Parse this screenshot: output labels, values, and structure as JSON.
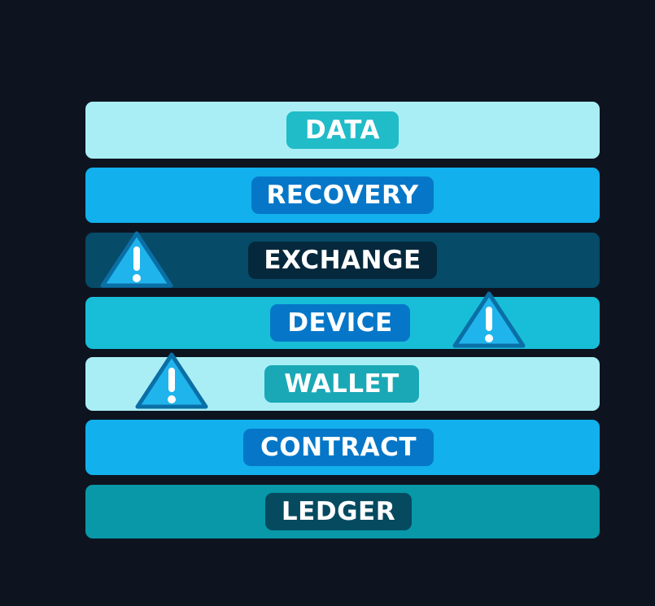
{
  "layers": [
    {
      "label": "DATA"
    },
    {
      "label": "RECOVERY"
    },
    {
      "label": "EXCHANGE"
    },
    {
      "label": "DEVICE"
    },
    {
      "label": "WALLET"
    },
    {
      "label": "CONTRACT"
    },
    {
      "label": "LEDGER"
    }
  ],
  "colors": {
    "background": "#0d1420",
    "warning": "#20b4ec",
    "warning_mark": "#ffffff"
  },
  "icons": {
    "warning": "warning-triangle-icon"
  }
}
